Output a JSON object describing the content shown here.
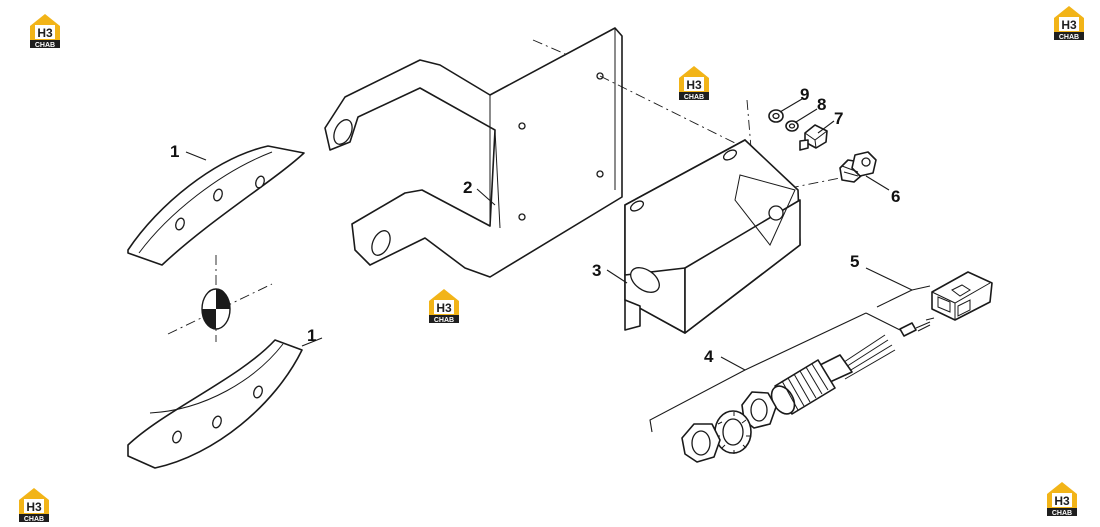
{
  "callouts": {
    "c1_top": "1",
    "c1_bottom": "1",
    "c2": "2",
    "c3": "3",
    "c4": "4",
    "c5": "5",
    "c6": "6",
    "c7": "7",
    "c8": "8",
    "c9": "9"
  },
  "watermark": {
    "brand_mark": "H3",
    "brand_word": "CHAB",
    "accent_color": "#f2b418",
    "dark_color": "#1f1f1f"
  },
  "colors": {
    "line": "#1a1a1a",
    "background": "#ffffff"
  }
}
